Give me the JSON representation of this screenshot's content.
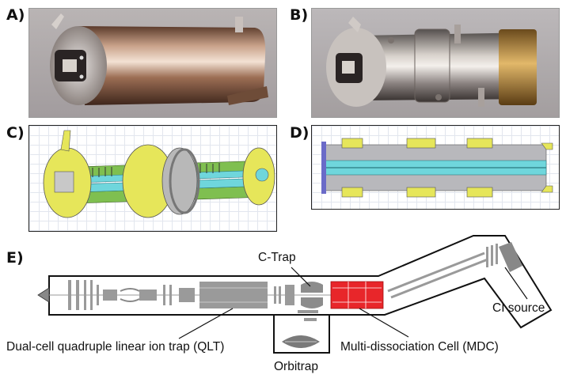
{
  "panels": [
    {
      "label": "A)"
    },
    {
      "label": "B)"
    },
    {
      "label": "C)"
    },
    {
      "label": "D)"
    },
    {
      "label": "E)"
    }
  ],
  "schematic": {
    "ctrap": "C-Trap",
    "ci_source": "CI source",
    "qlt": "Dual-cell quadruple linear ion trap (QLT)",
    "mdc": "Multi-dissociation Cell (MDC)",
    "orbitrap": "Orbitrap"
  },
  "colors": {
    "mdc_red": "#e8262a",
    "cad_yellow": "#e6e65a",
    "cad_cyan": "#6fd6dc",
    "cad_green": "#7fbf50",
    "metal": "#b08a6a",
    "gold": "#b8903a"
  }
}
